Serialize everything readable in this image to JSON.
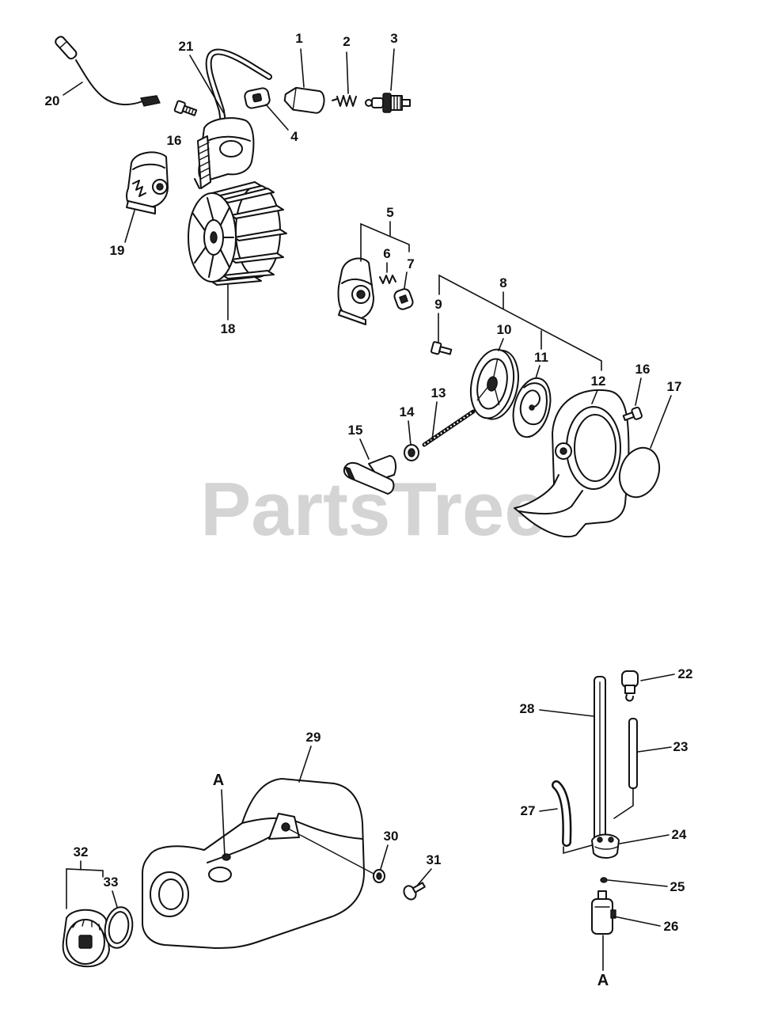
{
  "diagram": {
    "watermark": "PartsTree",
    "callouts": [
      "1",
      "2",
      "3",
      "4",
      "5",
      "6",
      "7",
      "8",
      "9",
      "10",
      "11",
      "12",
      "13",
      "14",
      "15",
      "16",
      "16",
      "17",
      "18",
      "19",
      "20",
      "21",
      "22",
      "23",
      "24",
      "25",
      "26",
      "27",
      "28",
      "29",
      "30",
      "31",
      "32",
      "33"
    ],
    "section_marks": [
      "A",
      "A"
    ]
  }
}
